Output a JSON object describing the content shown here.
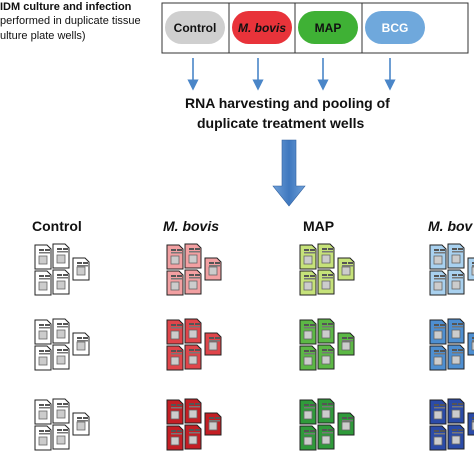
{
  "header_text": {
    "line1": "IDM culture and infection",
    "line2": "performed in duplicate tissue",
    "line3": "ulture plate wells)"
  },
  "treatments": [
    {
      "label": "Control",
      "italic": false,
      "color": "#cfcfcf"
    },
    {
      "label": "M. bovis",
      "italic": true,
      "color": "#e8333a"
    },
    {
      "label": "MAP",
      "italic": false,
      "color": "#3fb135"
    },
    {
      "label": "BCG",
      "italic": false,
      "color": "#6fa8dc"
    }
  ],
  "rna_text": {
    "line1": "RNA harvesting and pooling of",
    "line2": "duplicate treatment wells"
  },
  "columns": [
    {
      "label": "Control",
      "italic": false,
      "shades": [
        "#ffffff",
        "#ffffff",
        "#ffffff"
      ]
    },
    {
      "label": "M. bovis",
      "italic": true,
      "shades": [
        "#f2a0a2",
        "#e0454a",
        "#c41e24"
      ]
    },
    {
      "label": "MAP",
      "italic": false,
      "shades": [
        "#c6e27a",
        "#5cb845",
        "#2f9a3a"
      ]
    },
    {
      "label": "M. bov",
      "italic": true,
      "shades": [
        "#a9d1ef",
        "#4e8fd1",
        "#2b4ba8"
      ]
    }
  ],
  "colors": {
    "box_border": "#333333",
    "arrow_small": "#4a86c8",
    "arrow_big": "#4a86c8"
  }
}
